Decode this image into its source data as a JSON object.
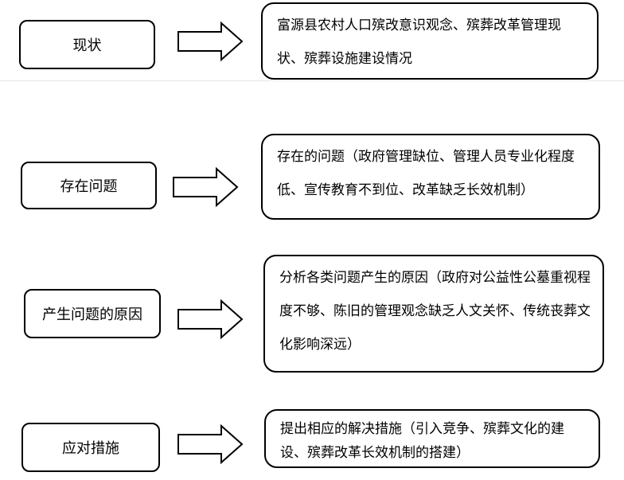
{
  "steps": [
    {
      "label": "现状",
      "description": "富源县农村人口殡改意识观念、殡葬改革管理现状、殡葬设施建设情况"
    },
    {
      "label": "存在问题",
      "description": "存在的问题（政府管理缺位、管理人员专业化程度低、宣传教育不到位、改革缺乏长效机制）"
    },
    {
      "label": "产生问题的原因",
      "description": "分析各类问题产生的原因（政府对公益性公墓重视程度不够、陈旧的管理观念缺乏人文关怀、传统丧葬文化影响深远）"
    },
    {
      "label": "应对措施",
      "description": "提出相应的解决措施（引入竞争、殡葬文化的建设、殡葬改革长效机制的搭建）"
    }
  ]
}
